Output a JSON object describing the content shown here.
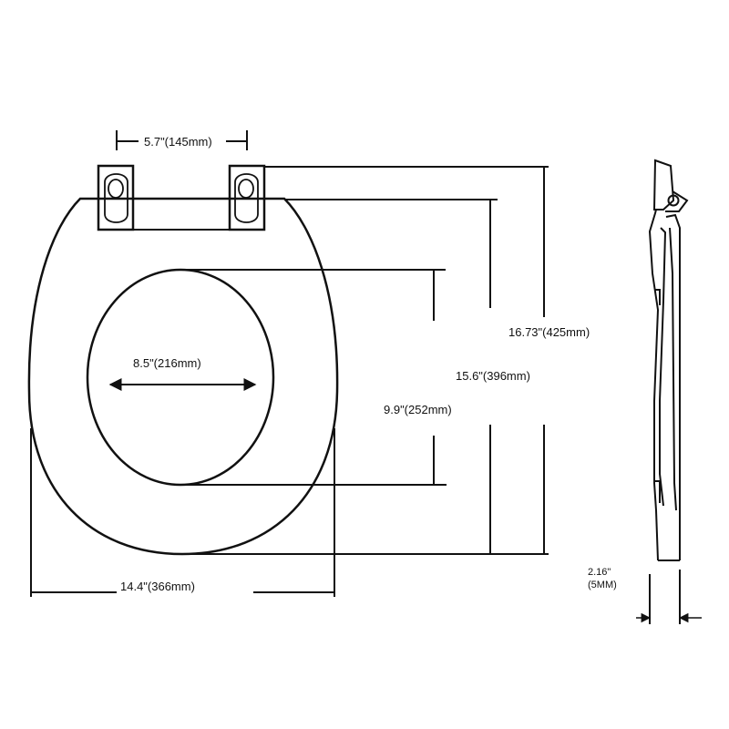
{
  "colors": {
    "line": "#111111",
    "background": "#ffffff"
  },
  "labels": {
    "hinge_spacing": "5.7\"(145mm)",
    "opening_width": "8.5\"(216mm)",
    "overall_length": "16.73\"(425mm)",
    "seat_length": "15.6\"(396mm)",
    "opening_length": "9.9\"(252mm)",
    "seat_width": "14.4\"(366mm)",
    "thickness_value": "2.16\"",
    "thickness_mm": "(5MM)"
  }
}
